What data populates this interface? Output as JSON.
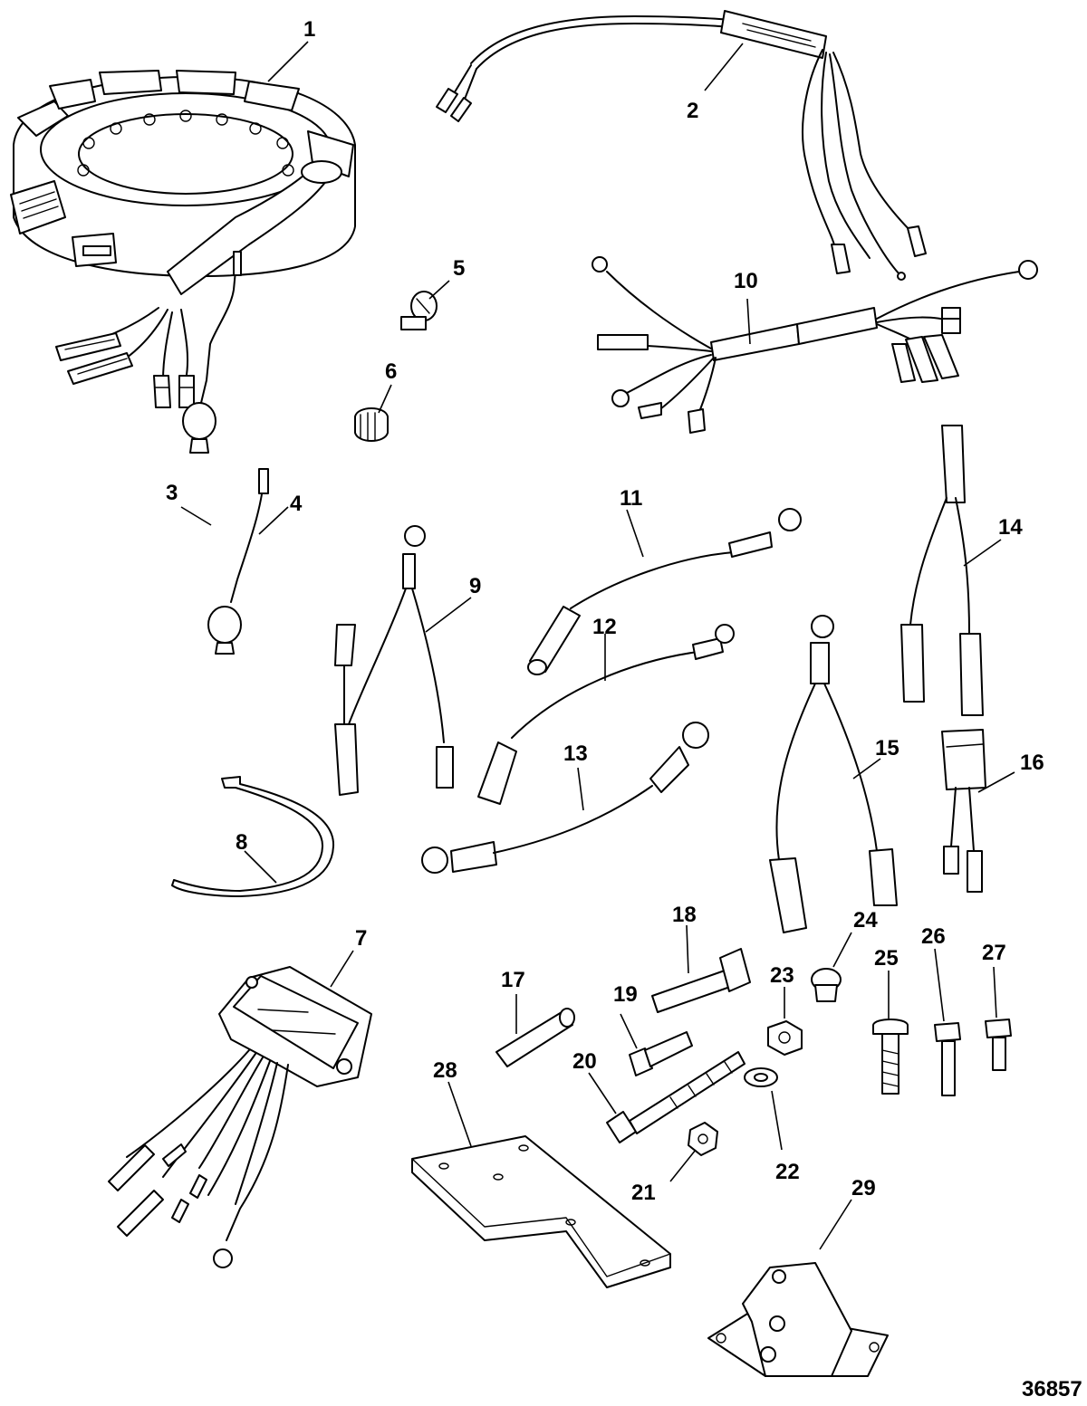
{
  "diagram": {
    "figure_number": "36857",
    "callouts": [
      "1",
      "2",
      "3",
      "4",
      "5",
      "6",
      "7",
      "8",
      "9",
      "10",
      "11",
      "12",
      "13",
      "14",
      "15",
      "16",
      "17",
      "18",
      "19",
      "20",
      "21",
      "22",
      "23",
      "24",
      "25",
      "26",
      "27",
      "28",
      "29"
    ]
  },
  "colors": {
    "line": "#000000",
    "background": "#ffffff"
  }
}
